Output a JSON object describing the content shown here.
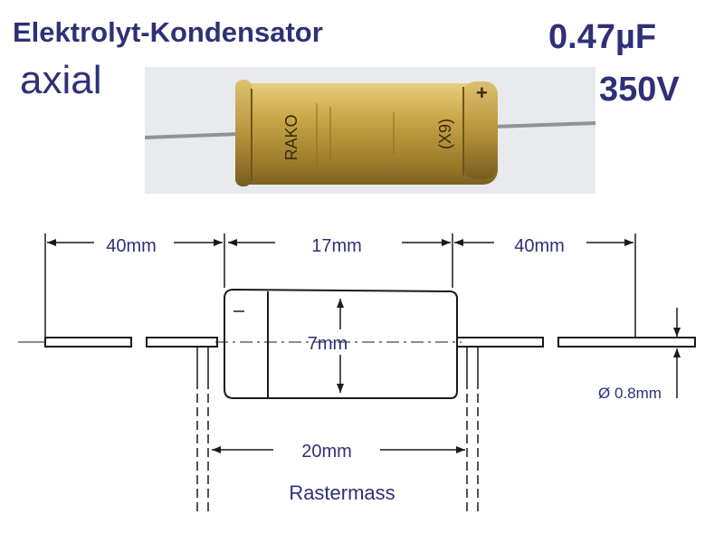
{
  "header": {
    "title": "Elektrolyt-Kondensator",
    "subtitle": "axial",
    "capacitance": "0.47µF",
    "voltage": "350V"
  },
  "photo": {
    "body_label_lines": [
      "RAKO",
      "(X9)"
    ],
    "colors": {
      "body": "#c9a647",
      "body_dark": "#9a7a2a",
      "lead": "#8f9296",
      "background": "#e9eaee"
    }
  },
  "drawing": {
    "dims": {
      "lead_left": "40mm",
      "body_length": "17mm",
      "lead_right": "40mm",
      "diameter": "7mm",
      "pitch": "20mm",
      "lead_diameter": "Ø 0.8mm"
    },
    "pitch_caption": "Rastermass",
    "colors": {
      "line": "#1a1a1a",
      "text": "#2e3175"
    }
  }
}
